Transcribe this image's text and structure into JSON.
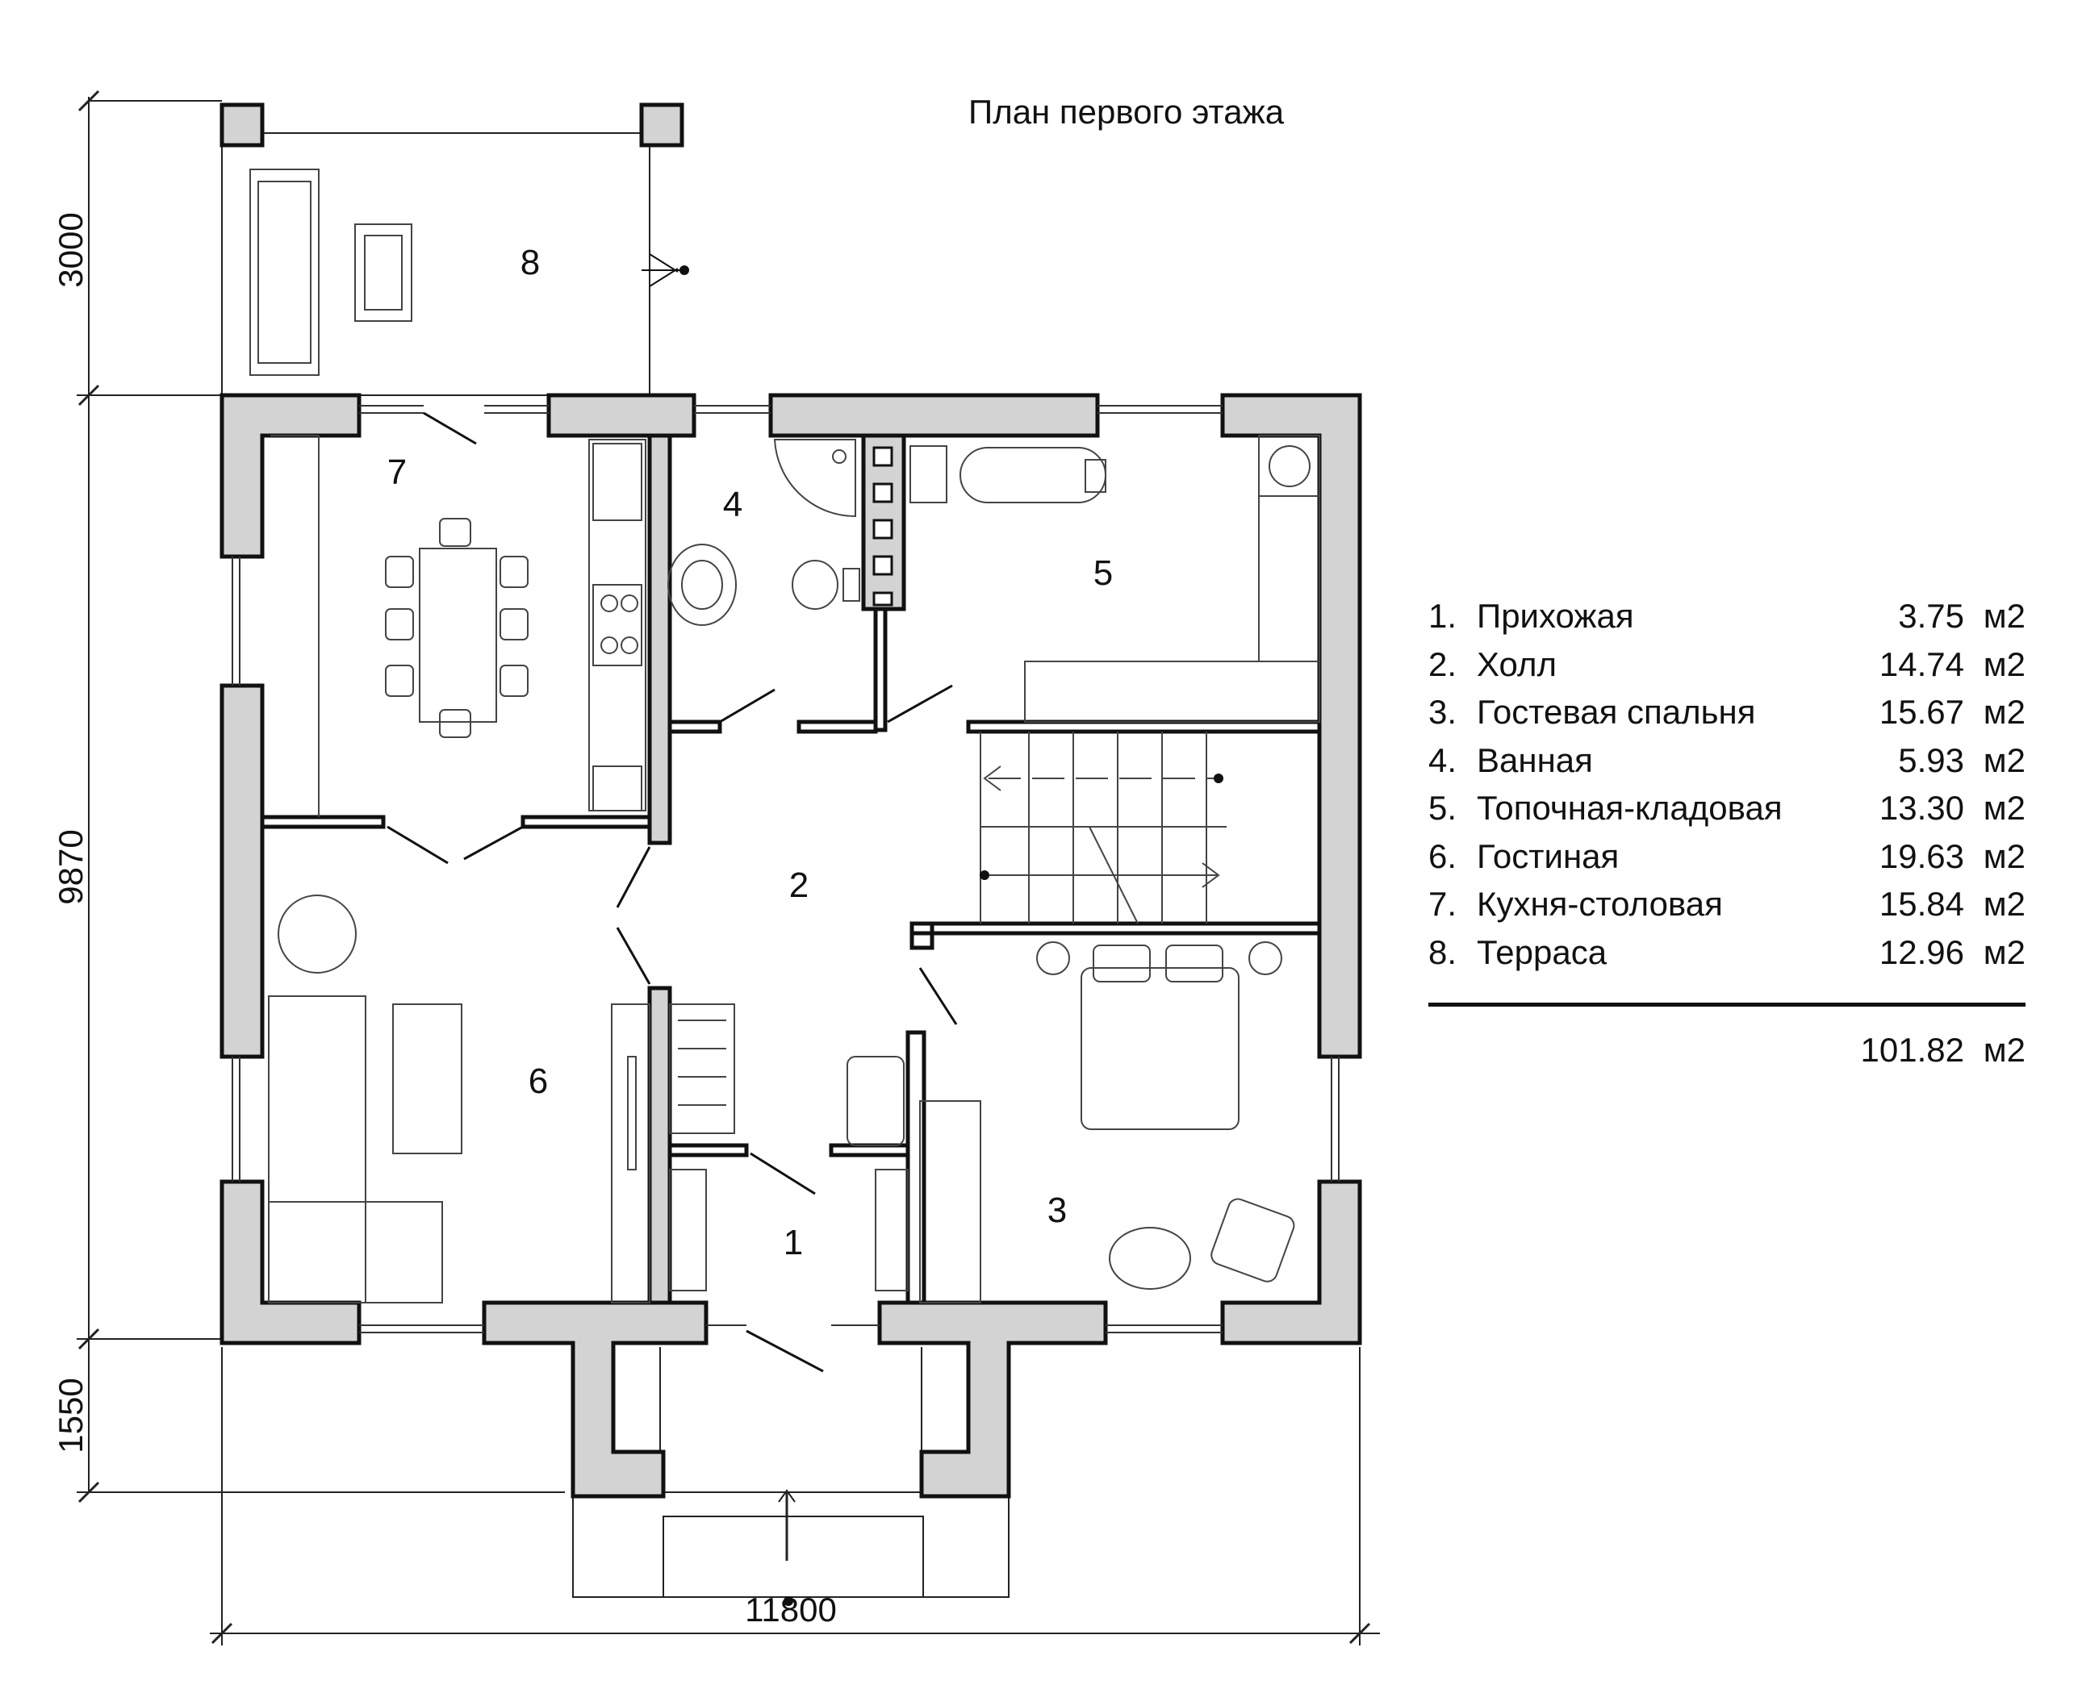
{
  "title": "План первого этажа",
  "rooms": [
    {
      "num": "1.",
      "name": "Прихожая",
      "area": "3.75",
      "unit": "м2"
    },
    {
      "num": "2.",
      "name": "Холл",
      "area": "14.74",
      "unit": "м2"
    },
    {
      "num": "3.",
      "name": "Гостевая спальня",
      "area": "15.67",
      "unit": "м2"
    },
    {
      "num": "4.",
      "name": "Ванная",
      "area": "5.93",
      "unit": "м2"
    },
    {
      "num": "5.",
      "name": "Топочная-кладовая",
      "area": "13.30",
      "unit": "м2"
    },
    {
      "num": "6.",
      "name": "Гостиная",
      "area": "19.63",
      "unit": "м2"
    },
    {
      "num": "7.",
      "name": "Кухня-столовая",
      "area": "15.84",
      "unit": "м2"
    },
    {
      "num": "8.",
      "name": "Терраса",
      "area": "12.96",
      "unit": "м2"
    }
  ],
  "total": {
    "area": "101.82",
    "unit": "м2"
  },
  "dimensions": {
    "terrace": "3000",
    "house": "9870",
    "porch": "1550",
    "width": "11800"
  },
  "room_labels": [
    "1",
    "2",
    "3",
    "4",
    "5",
    "6",
    "7",
    "8"
  ],
  "colors": {
    "wall_fill": "#d3d3d3",
    "line": "#111111"
  }
}
